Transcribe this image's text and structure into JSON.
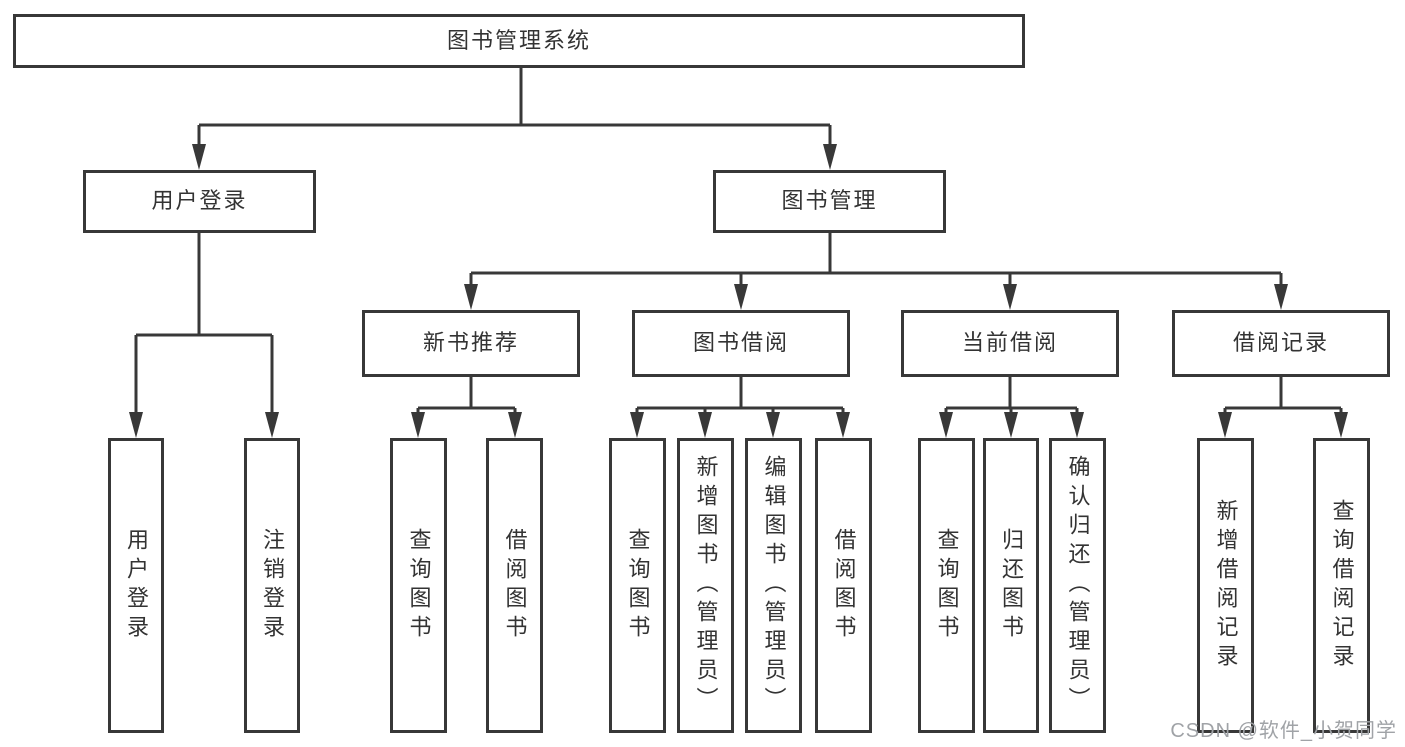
{
  "tree": {
    "root": {
      "label": "图书管理系统"
    },
    "branches": [
      {
        "label": "用户登录",
        "children": [
          {
            "label": "用户登录"
          },
          {
            "label": "注销登录"
          }
        ]
      },
      {
        "label": "图书管理",
        "sections": [
          {
            "label": "新书推荐",
            "children": [
              {
                "label": "查询图书"
              },
              {
                "label": "借阅图书"
              }
            ]
          },
          {
            "label": "图书借阅",
            "children": [
              {
                "label": "查询图书"
              },
              {
                "label": "新增图书（管理员）"
              },
              {
                "label": "编辑图书（管理员）"
              },
              {
                "label": "借阅图书"
              }
            ]
          },
          {
            "label": "当前借阅",
            "children": [
              {
                "label": "查询图书"
              },
              {
                "label": "归还图书"
              },
              {
                "label": "确认归还（管理员）"
              }
            ]
          },
          {
            "label": "借阅记录",
            "children": [
              {
                "label": "新增借阅记录"
              },
              {
                "label": "查询借阅记录"
              }
            ]
          }
        ]
      }
    ]
  },
  "watermark": {
    "text": "CSDN @软件_小贺同学"
  },
  "colors": {
    "line": "#383838",
    "box_border": "#383838",
    "box_fill": "#ffffff",
    "text": "#333333",
    "watermark_text": "#a0a3a7",
    "background": "#ffffff"
  }
}
